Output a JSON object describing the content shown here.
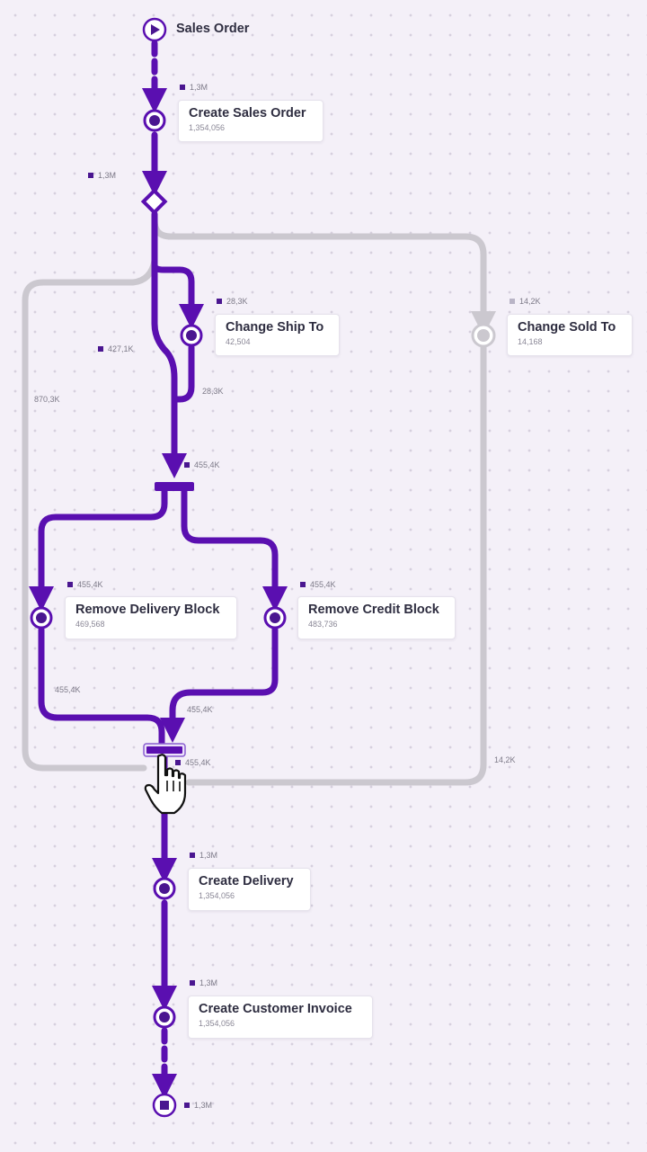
{
  "colors": {
    "main_path": "#5a0fb0",
    "secondary_path": "#cbc8cf",
    "background": "#f4f0f8",
    "card_title": "#2e2d40",
    "card_count": "#8a8796"
  },
  "start": {
    "label": "Sales Order",
    "icon": "play-icon"
  },
  "end": {
    "icon": "stop-icon",
    "count": "1,3M"
  },
  "activities": [
    {
      "id": "create-sales-order",
      "title": "Create Sales Order",
      "count": "1,354,056"
    },
    {
      "id": "change-ship-to",
      "title": "Change Ship To",
      "count": "42,504"
    },
    {
      "id": "change-sold-to",
      "title": "Change Sold To",
      "count": "14,168"
    },
    {
      "id": "remove-delivery-block",
      "title": "Remove Delivery Block",
      "count": "469,568"
    },
    {
      "id": "remove-credit-block",
      "title": "Remove Credit Block",
      "count": "483,736"
    },
    {
      "id": "create-delivery",
      "title": "Create Delivery",
      "count": "1,354,056"
    },
    {
      "id": "create-customer-invoice",
      "title": "Create Customer Invoice",
      "count": "1,354,056"
    }
  ],
  "flow_labels": {
    "start_to_create_sales_order": "1,3M",
    "create_sales_order_to_gateway": "1,3M",
    "to_change_ship_to": "28,3K",
    "to_change_sold_to": "14,2K",
    "bypass_ship_to": "427,1K",
    "change_ship_to_out": "28,3K",
    "loop_left": "870,3K",
    "into_split": "455,4K",
    "to_remove_delivery_block": "455,4K",
    "to_remove_credit_block": "455,4K",
    "remove_delivery_block_out": "455,4K",
    "remove_credit_block_out": "455,4K",
    "join_out": "455,4K",
    "change_sold_to_out": "14,2K",
    "to_create_delivery": "1,3M",
    "to_create_customer_invoice": "1,3M"
  },
  "gateways": [
    {
      "type": "exclusive-gateway",
      "icon": "diamond-icon"
    },
    {
      "type": "parallel-split",
      "icon": "split-bar-icon"
    },
    {
      "type": "parallel-join",
      "icon": "join-bar-icon",
      "state": "hovered"
    }
  ],
  "cursor": {
    "icon": "hand-pointer-icon"
  }
}
